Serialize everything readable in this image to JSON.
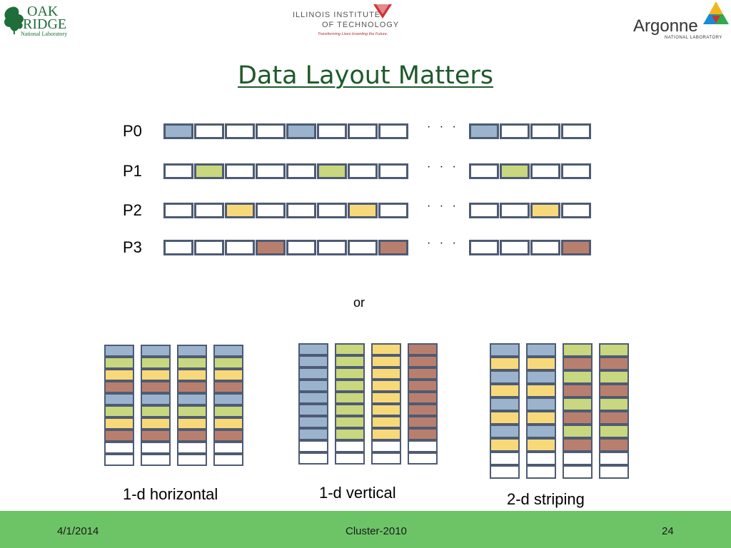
{
  "logos": {
    "ornl_line1": "OAK",
    "ornl_line2": "RIDGE",
    "ornl_line3": "National Laboratory",
    "iit_line1": "ILLINOIS INSTITUTE",
    "iit_line2": "OF TECHNOLOGY",
    "iit_tagline": "Transforming Lives.Inventing the Future.",
    "argonne_line1": "Argonne",
    "argonne_line2": "NATIONAL LABORATORY"
  },
  "title": "Data Layout Matters",
  "colors": {
    "blue": "#9bb3cd",
    "green": "#c9d77e",
    "yellow": "#f8d97a",
    "brown": "#b97f6e",
    "white": "#ffffff",
    "border": "#4d5b74",
    "footer": "#6dc467",
    "title": "#1e5a2a"
  },
  "rows": [
    {
      "label": "P0",
      "main": [
        "blue",
        "white",
        "white",
        "white",
        "blue",
        "white",
        "white",
        "white"
      ],
      "tail": [
        "blue",
        "white",
        "white",
        "white"
      ]
    },
    {
      "label": "P1",
      "main": [
        "white",
        "green",
        "white",
        "white",
        "white",
        "green",
        "white",
        "white"
      ],
      "tail": [
        "white",
        "green",
        "white",
        "white"
      ]
    },
    {
      "label": "P2",
      "main": [
        "white",
        "white",
        "yellow",
        "white",
        "white",
        "white",
        "yellow",
        "white"
      ],
      "tail": [
        "white",
        "white",
        "yellow",
        "white"
      ]
    },
    {
      "label": "P3",
      "main": [
        "white",
        "white",
        "white",
        "brown",
        "white",
        "white",
        "white",
        "brown"
      ],
      "tail": [
        "white",
        "white",
        "white",
        "brown"
      ]
    }
  ],
  "ellipsis": "· · ·",
  "or_text": "or",
  "layouts": [
    {
      "caption": "1-d horizontal",
      "columns": [
        [
          "blue",
          "green",
          "yellow",
          "brown",
          "blue",
          "green",
          "yellow",
          "brown",
          "white",
          "white"
        ],
        [
          "blue",
          "green",
          "yellow",
          "brown",
          "blue",
          "green",
          "yellow",
          "brown",
          "white",
          "white"
        ],
        [
          "blue",
          "green",
          "yellow",
          "brown",
          "blue",
          "green",
          "yellow",
          "brown",
          "white",
          "white"
        ],
        [
          "blue",
          "green",
          "yellow",
          "brown",
          "blue",
          "green",
          "yellow",
          "brown",
          "white",
          "white"
        ]
      ]
    },
    {
      "caption": "1-d vertical",
      "columns": [
        [
          "blue",
          "blue",
          "blue",
          "blue",
          "blue",
          "blue",
          "blue",
          "blue",
          "white",
          "white"
        ],
        [
          "green",
          "green",
          "green",
          "green",
          "green",
          "green",
          "green",
          "green",
          "white",
          "white"
        ],
        [
          "yellow",
          "yellow",
          "yellow",
          "yellow",
          "yellow",
          "yellow",
          "yellow",
          "yellow",
          "white",
          "white"
        ],
        [
          "brown",
          "brown",
          "brown",
          "brown",
          "brown",
          "brown",
          "brown",
          "brown",
          "white",
          "white"
        ]
      ]
    },
    {
      "caption": "2-d striping",
      "columns": [
        [
          "blue",
          "yellow",
          "blue",
          "yellow",
          "blue",
          "yellow",
          "blue",
          "yellow",
          "white",
          "white"
        ],
        [
          "blue",
          "yellow",
          "blue",
          "yellow",
          "blue",
          "yellow",
          "blue",
          "yellow",
          "white",
          "white"
        ],
        [
          "green",
          "brown",
          "green",
          "brown",
          "green",
          "brown",
          "green",
          "brown",
          "white",
          "white"
        ],
        [
          "green",
          "brown",
          "green",
          "brown",
          "green",
          "brown",
          "green",
          "brown",
          "white",
          "white"
        ]
      ]
    }
  ],
  "footer": {
    "date": "4/1/2014",
    "center": "Cluster-2010",
    "page": "24"
  }
}
